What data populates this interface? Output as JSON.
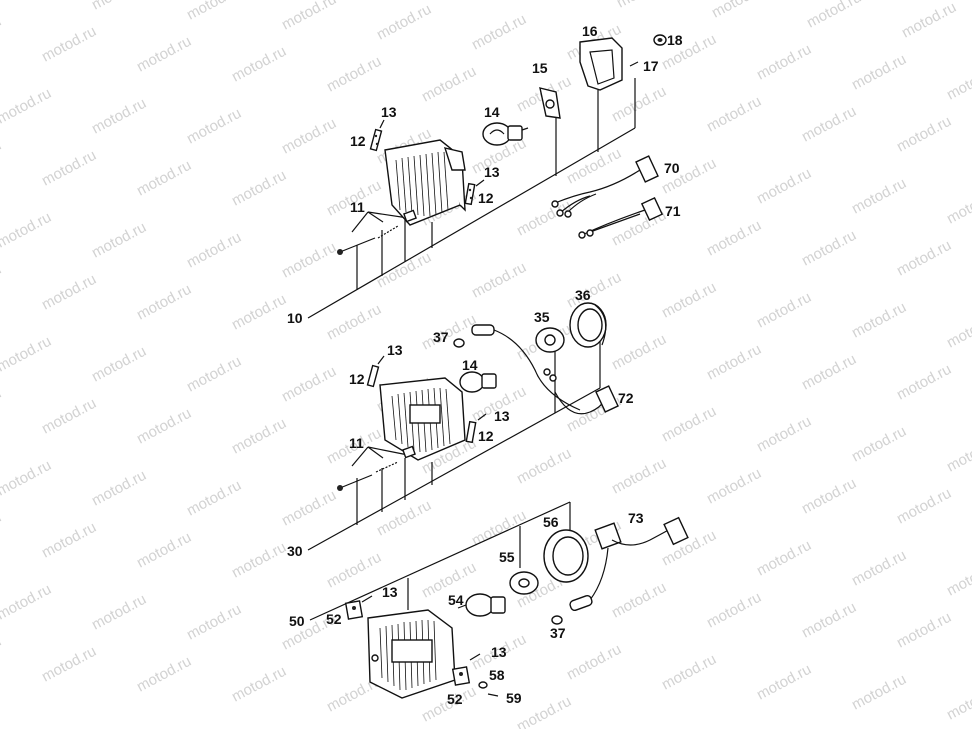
{
  "watermark": "motod.ru",
  "labels": {
    "l10": "10",
    "l11a": "11",
    "l12a": "12",
    "l12b": "12",
    "l13a": "13",
    "l13b": "13",
    "l14a": "14",
    "l15": "15",
    "l16": "16",
    "l17": "17",
    "l18": "18",
    "l70": "70",
    "l71": "71",
    "l30": "30",
    "l11b": "11",
    "l12c": "12",
    "l12d": "12",
    "l13c": "13",
    "l13d": "13",
    "l14b": "14",
    "l35": "35",
    "l36": "36",
    "l37a": "37",
    "l72": "72",
    "l50": "50",
    "l52a": "52",
    "l52b": "52",
    "l13e": "13",
    "l13f": "13",
    "l54": "54",
    "l55": "55",
    "l56": "56",
    "l73": "73",
    "l37b": "37",
    "l58": "58",
    "l59": "59"
  }
}
